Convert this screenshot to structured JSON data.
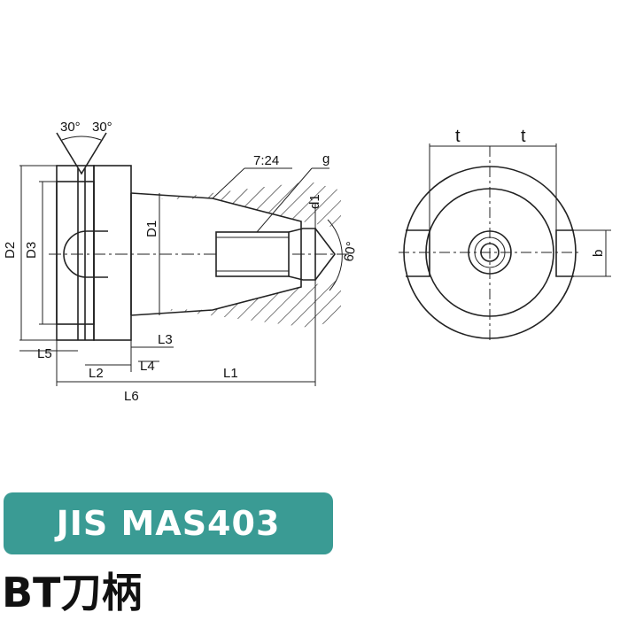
{
  "badge": {
    "text": "JIS MAS403",
    "color": "#3a9b94"
  },
  "title": {
    "text": "BT刀柄"
  },
  "drawing": {
    "side_view": {
      "angle_left": "30°",
      "angle_right": "30°",
      "taper_ratio": "7:24",
      "thread": "g",
      "thread_diameter": "d1",
      "center_angle": "60°",
      "dim_D2": "D2",
      "dim_D3": "D3",
      "dim_D1": "D1",
      "dim_L1": "L1",
      "dim_L2": "L2",
      "dim_L3": "L3",
      "dim_L4": "L4",
      "dim_L5": "L5",
      "dim_L6": "L6"
    },
    "end_view": {
      "dim_t_left": "t",
      "dim_t_right": "t",
      "dim_b": "b"
    }
  }
}
